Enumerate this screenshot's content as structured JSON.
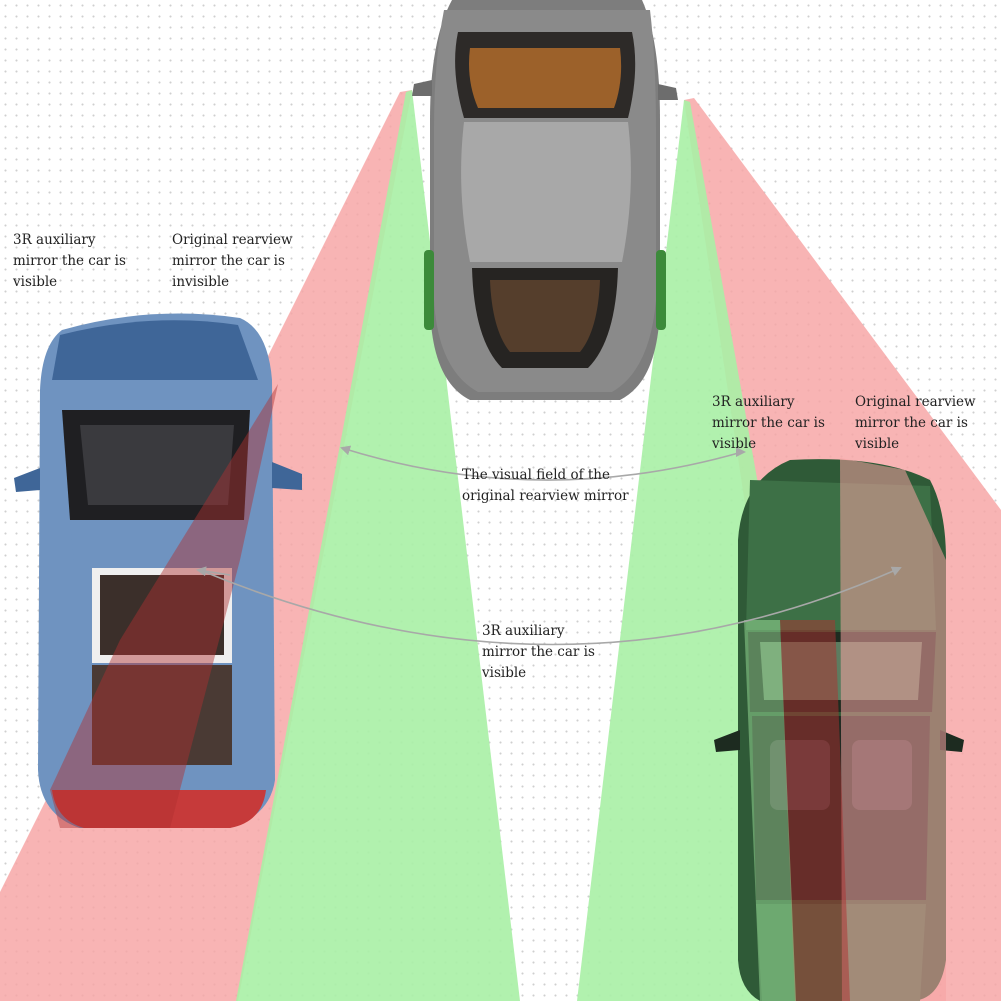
{
  "labels": {
    "left_aux": "3R auxiliary\nmirror  the car is\nvisible",
    "left_orig": "Original rearview\nmirror   the car is\ninvisible",
    "right_aux": "3R auxiliary\nmirror  the car is\nvisible",
    "right_orig": "Original rearview\nmirror   the car is\nvisible",
    "center_field": "The visual field of the\noriginal rearview mirror",
    "center_aux": "3R auxiliary\nmirror  the car is\nvisible"
  },
  "colors": {
    "aux_zone": "#f6a3a3",
    "orig_zone": "#a9efa5",
    "car_top": "#7d7d7d",
    "car_left": "#6f93c0",
    "car_right": "#2f5a37",
    "arrow": "#a8a8a8"
  },
  "icons": [
    "car-top-icon",
    "car-left-icon",
    "car-right-icon",
    "arrow-icon"
  ]
}
